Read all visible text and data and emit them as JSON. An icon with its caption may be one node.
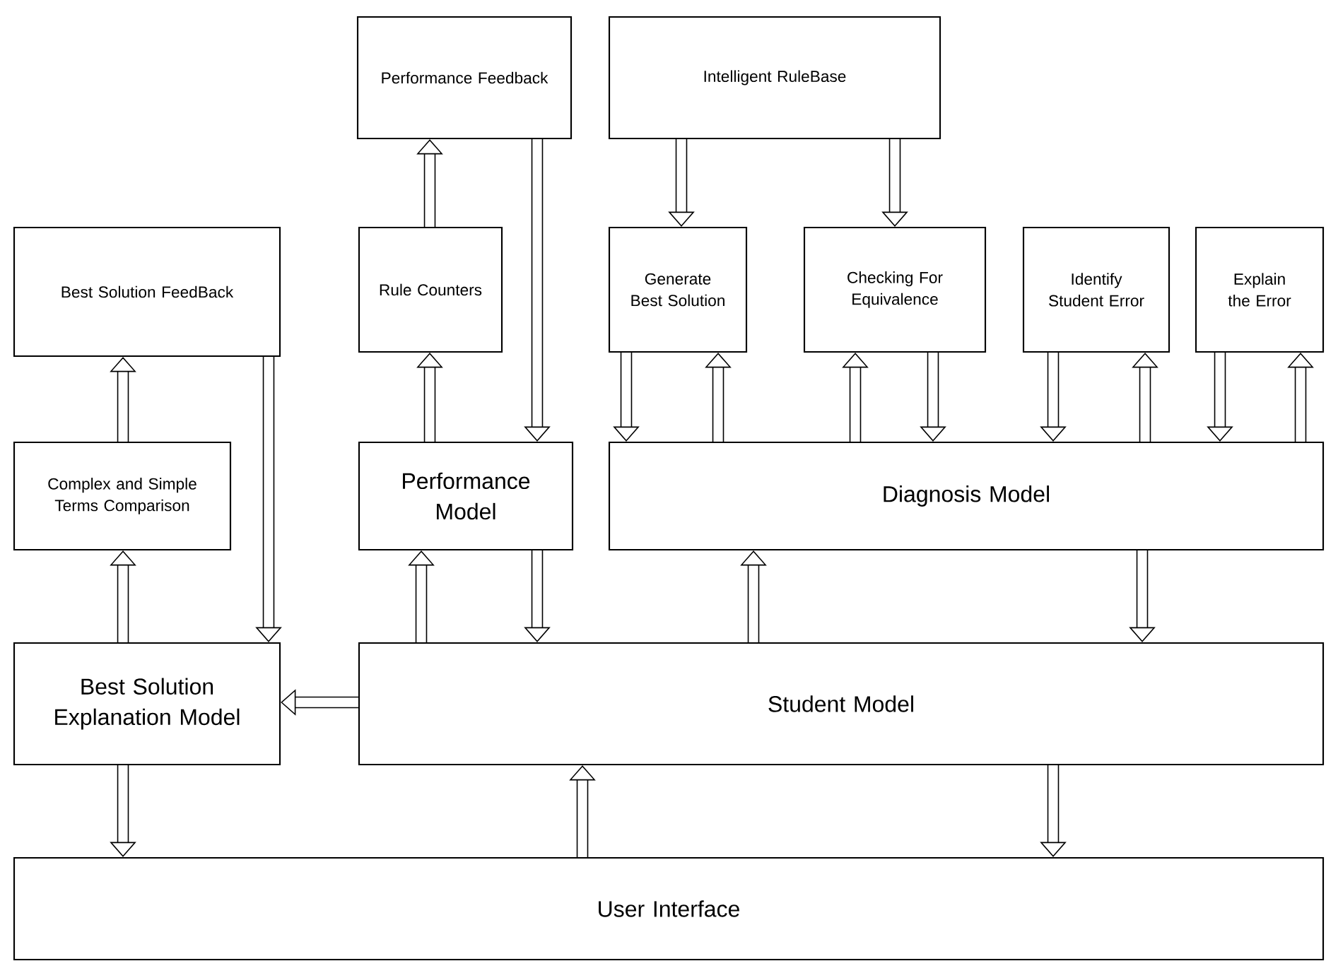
{
  "diagram": {
    "nodes": [
      {
        "text": [
          "Performance Feedback"
        ]
      },
      {
        "text": [
          "Intelligent RuleBase"
        ]
      },
      {
        "text": [
          "Best Solution FeedBack"
        ]
      },
      {
        "text": [
          "Rule Counters"
        ]
      },
      {
        "text": [
          "Generate Best Solution"
        ]
      },
      {
        "text": [
          "Checking For Equivalence"
        ]
      },
      {
        "text": [
          "Identify Student Error"
        ]
      },
      {
        "text": [
          "Explain the Error"
        ]
      },
      {
        "text": [
          "Complex and Simple Terms Comparison"
        ]
      },
      {
        "text": [
          "Performance Model"
        ]
      },
      {
        "text": [
          "Diagnosis Model"
        ]
      },
      {
        "text": [
          "Best Solution Explanation Model"
        ]
      },
      {
        "text": [
          "Student Model"
        ]
      },
      {
        "text": [
          "User Interface"
        ]
      }
    ],
    "edges": [
      {
        "from": 3,
        "to": 0,
        "arrow": "to"
      },
      {
        "from": 0,
        "to": 9,
        "arrow": "to"
      },
      {
        "from": 1,
        "to": 4,
        "arrow": "to"
      },
      {
        "from": 1,
        "to": 5,
        "arrow": "to"
      },
      {
        "from": 8,
        "to": 2,
        "arrow": "to"
      },
      {
        "from": 2,
        "to": 11,
        "arrow": "to"
      },
      {
        "from": 9,
        "to": 3,
        "arrow": "to"
      },
      {
        "from": 4,
        "to": 10,
        "arrow": "to"
      },
      {
        "from": 10,
        "to": 4,
        "arrow": "to"
      },
      {
        "from": 10,
        "to": 5,
        "arrow": "to"
      },
      {
        "from": 5,
        "to": 10,
        "arrow": "to"
      },
      {
        "from": 6,
        "to": 10,
        "arrow": "to"
      },
      {
        "from": 10,
        "to": 6,
        "arrow": "to"
      },
      {
        "from": 7,
        "to": 10,
        "arrow": "to"
      },
      {
        "from": 10,
        "to": 7,
        "arrow": "to"
      },
      {
        "from": 11,
        "to": 8,
        "arrow": "to"
      },
      {
        "from": 12,
        "to": 9,
        "arrow": "to"
      },
      {
        "from": 9,
        "to": 12,
        "arrow": "to"
      },
      {
        "from": 12,
        "to": 10,
        "arrow": "to"
      },
      {
        "from": 10,
        "to": 12,
        "arrow": "to"
      },
      {
        "from": 12,
        "to": 11,
        "arrow": "to"
      },
      {
        "from": 11,
        "to": 13,
        "arrow": "to"
      },
      {
        "from": 13,
        "to": 12,
        "arrow": "to"
      },
      {
        "from": 12,
        "to": 13,
        "arrow": "to"
      }
    ]
  }
}
